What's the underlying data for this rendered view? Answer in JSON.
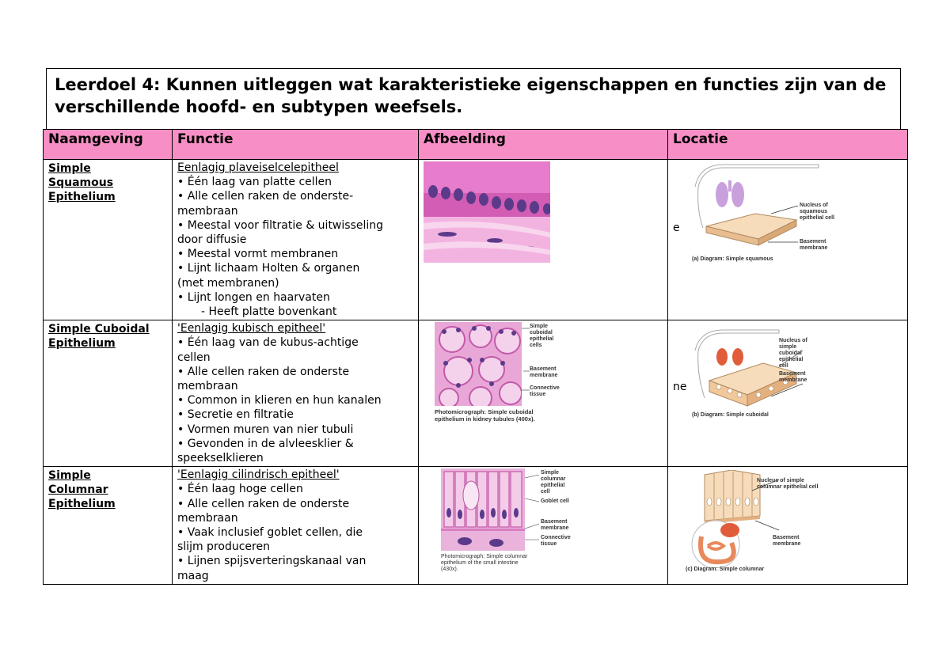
{
  "title": "Leerdoel 4: Kunnen uitleggen wat karakteristieke eigenschappen en functies zijn van de verschillende hoofd- en subtypen weefsels.",
  "headers": [
    "Naamgeving",
    "Functie",
    "Afbeelding",
    "Locatie"
  ],
  "colors": {
    "header_bg": "#f78fc6",
    "stain_pink": "#e86bc4",
    "nucleus": "#5b3a8a"
  },
  "rows": [
    {
      "name_lines": [
        "Simple",
        "Squamous",
        "Epithelium"
      ],
      "lead": "Eenlagig plaveiselcelepitheel",
      "bullets": [
        "• Één laag van platte cellen",
        "• Alle cellen raken de onderste-",
        "membraan",
        "• Meestal voor filtratie & uitwisseling",
        "door diffusie",
        "• Meestal vormt membranen",
        "• Lijnt lichaam Holten & organen",
        "(met membranen)",
        "• Lijnt longen en haarvaten"
      ],
      "dash": "-    Heeft platte bovenkant",
      "photo_caption": [],
      "diagram_labels": [
        "Nucleus of",
        "squamous",
        "epithelial cell",
        "Basement",
        "membrane"
      ],
      "diagram_caption": "(a) Diagram: Simple squamous",
      "edge_text": "e"
    },
    {
      "name_lines": [
        "Simple Cuboidal",
        "Epithelium"
      ],
      "lead": "'Eenlagig kubisch epitheel'",
      "bullets": [
        "• Één laag van de kubus-achtige",
        "cellen",
        "• Alle cellen raken de onderste",
        "membraan",
        "• Common in klieren en hun kanalen",
        "• Secretie en filtratie",
        "• Vormen muren van nier tubuli",
        "• Gevonden in de alvleesklier &",
        "speekselklieren"
      ],
      "photo_labels": [
        "Simple",
        "cuboidal",
        "epithelial",
        "cells",
        "Basement",
        "membrane",
        "Connective",
        "tissue"
      ],
      "photo_caption": [
        "Photomicrograph: Simple cuboidal",
        "epithelium in kidney tubules (400x)."
      ],
      "diagram_labels": [
        "Nucleus of",
        "simple",
        "cuboidal",
        "epithelial",
        "cell",
        "Basement",
        "membrane"
      ],
      "diagram_caption": "(b) Diagram: Simple cuboidal",
      "edge_text": "ne"
    },
    {
      "name_lines": [
        "Simple",
        "Columnar",
        "Epithelium"
      ],
      "lead": "'Eenlagig cilindrisch epitheel'",
      "bullets": [
        "• Één laag hoge cellen",
        "• Alle cellen raken de onderste",
        "membraan",
        "• Vaak inclusief goblet cellen, die",
        "slijm produceren",
        "• Lijnen spijsverteringskanaal van",
        "maag"
      ],
      "photo_labels": [
        "Simple",
        "columnar",
        "epithelial",
        "cell",
        "Goblet cell",
        "Basement",
        "membrane",
        "Connective",
        "tissue"
      ],
      "photo_caption": [
        "Photomicrograph: Simple columnar",
        "epithelium of the small intestine",
        "(430x)."
      ],
      "diagram_labels": [
        "Nucleus of simple",
        "columnar epithelial cell",
        "Basement",
        "membrane"
      ],
      "diagram_caption": "(c) Diagram: Simple columnar"
    }
  ]
}
